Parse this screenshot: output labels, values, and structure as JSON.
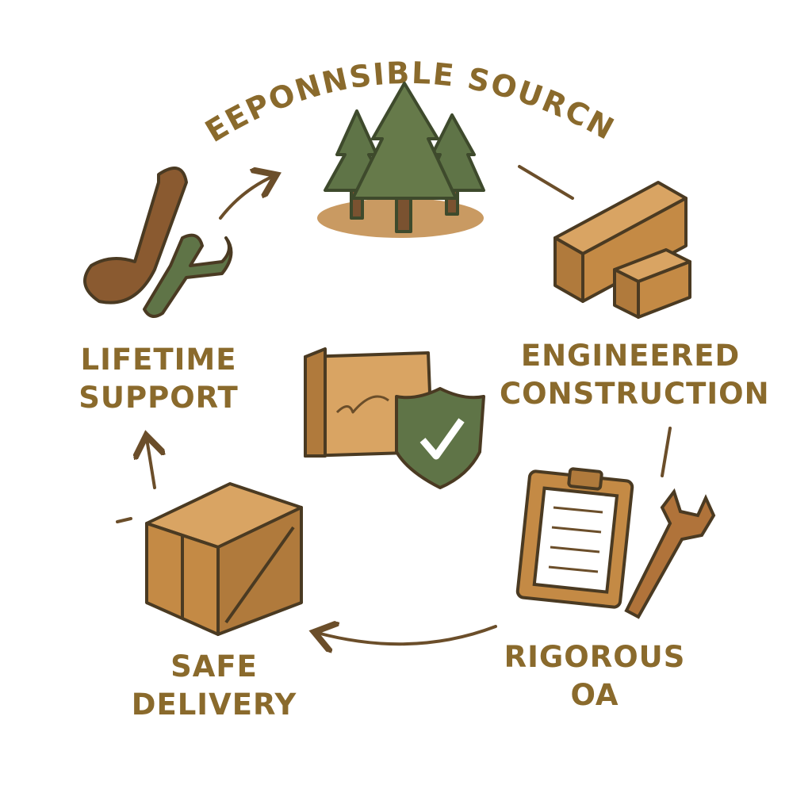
{
  "diagram": {
    "title": "EEEPONNSIBLE SOURCNG",
    "steps": [
      {
        "line1": "ENGINEERED",
        "line2": "CONSTRUCTION"
      },
      {
        "line1": "RIGOROUS",
        "line2": "OA"
      },
      {
        "line1": "SAFE",
        "line2": "DELIVERY"
      },
      {
        "line1": "LIFETIME",
        "line2": "SUPPORT"
      }
    ]
  },
  "colors": {
    "text": "#8a6a2c",
    "wood": "#c48a45",
    "green": "#5f7447",
    "outline": "#4a3a22",
    "arrow": "#6b4e2a"
  }
}
